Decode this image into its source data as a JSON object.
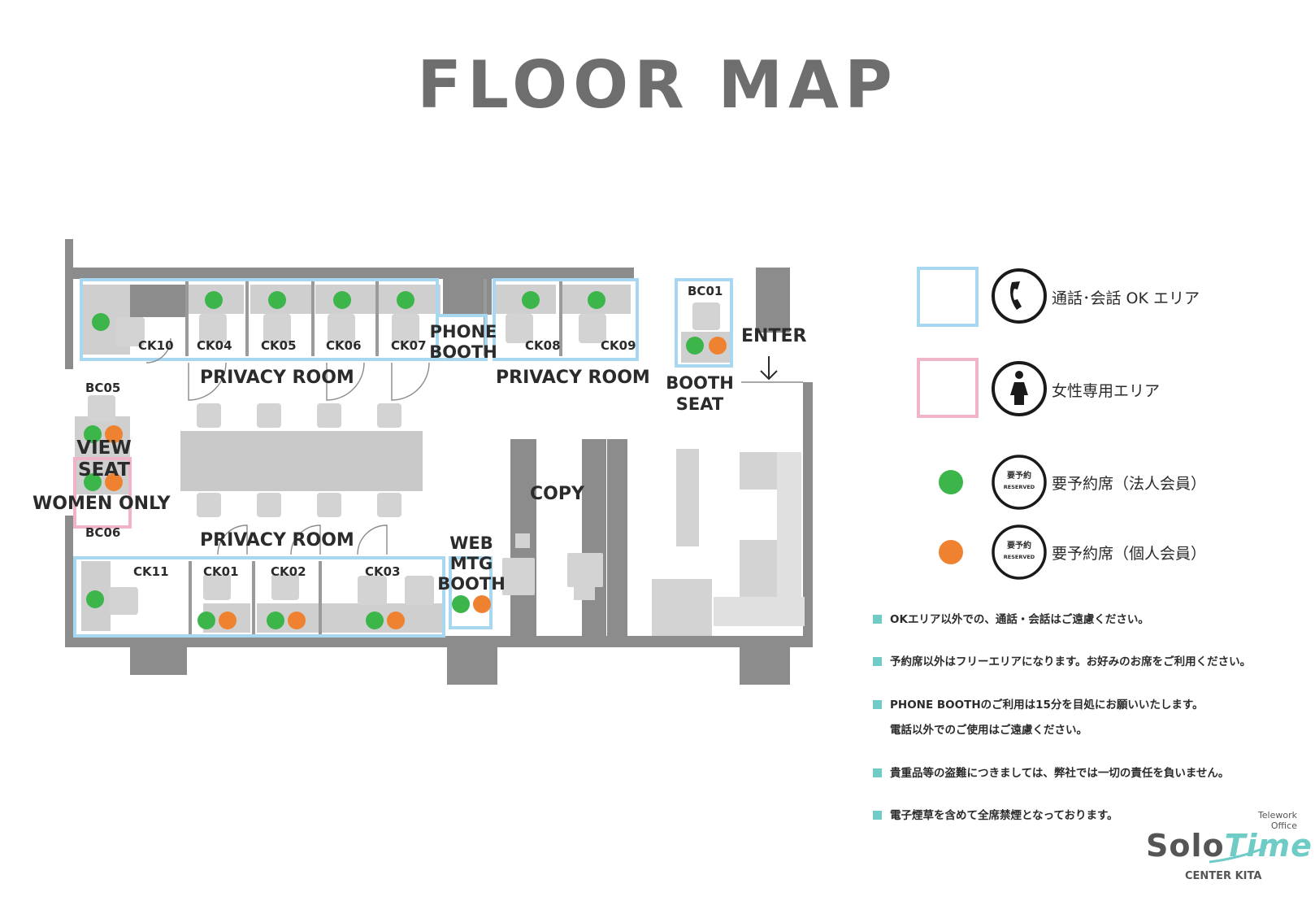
{
  "title": "FLOOR MAP",
  "colors": {
    "wall": "#8c8c8c",
    "furniture": "#c8c8c8",
    "floor": "#dcdcdc",
    "ok_area": "#a8d8ef",
    "women_area": "#f0b4c8",
    "corporate_member": "#3cb54a",
    "individual_member": "#ee8230",
    "note_bullet": "#6ecbc5",
    "title": "#6e6e6e"
  },
  "seats": {
    "ck10": "CK10",
    "ck04": "CK04",
    "ck05": "CK05",
    "ck06": "CK06",
    "ck07": "CK07",
    "ck08": "CK08",
    "ck09": "CK09",
    "ck11": "CK11",
    "ck01": "CK01",
    "ck02": "CK02",
    "ck03": "CK03",
    "bc01": "BC01",
    "bc05": "BC05",
    "bc06": "BC06"
  },
  "areas": {
    "privacy_room": "PRIVACY ROOM",
    "phone_booth": [
      "PHONE",
      "BOOTH"
    ],
    "booth_seat": [
      "BOOTH",
      "SEAT"
    ],
    "enter": "ENTER",
    "view_seat": [
      "VIEW",
      "SEAT"
    ],
    "women_only": "WOMEN ONLY",
    "copy": "COPY",
    "web_mtg_booth": [
      "WEB",
      "MTG",
      "BOOTH"
    ]
  },
  "legend": {
    "call_ok": "通話･会話 OK エリア",
    "women_only": "女性専用エリア",
    "corporate": "要予約席（法人会員）",
    "individual": "要予約席（個人会員）",
    "reserved_badge_jp": "要予約",
    "reserved_badge_en": "RESERVED"
  },
  "notes": [
    "OKエリア以外での、通話・会話はご遠慮ください。",
    "予約席以外はフリーエリアになります。お好みのお席をご利用ください。",
    "PHONE BOOTHのご利用は15分を目処にお願いいたします。",
    "電話以外でのご使用はご遠慮ください。",
    "貴重品等の盗難につきましては、弊社では一切の責任を負いません。",
    "電子煙草を含めて全席禁煙となっております。"
  ],
  "brand": {
    "tagline_1": "Telework",
    "tagline_2": "Office",
    "name_solo": "Solo",
    "name_time": "Time",
    "location": "CENTER KITA"
  }
}
